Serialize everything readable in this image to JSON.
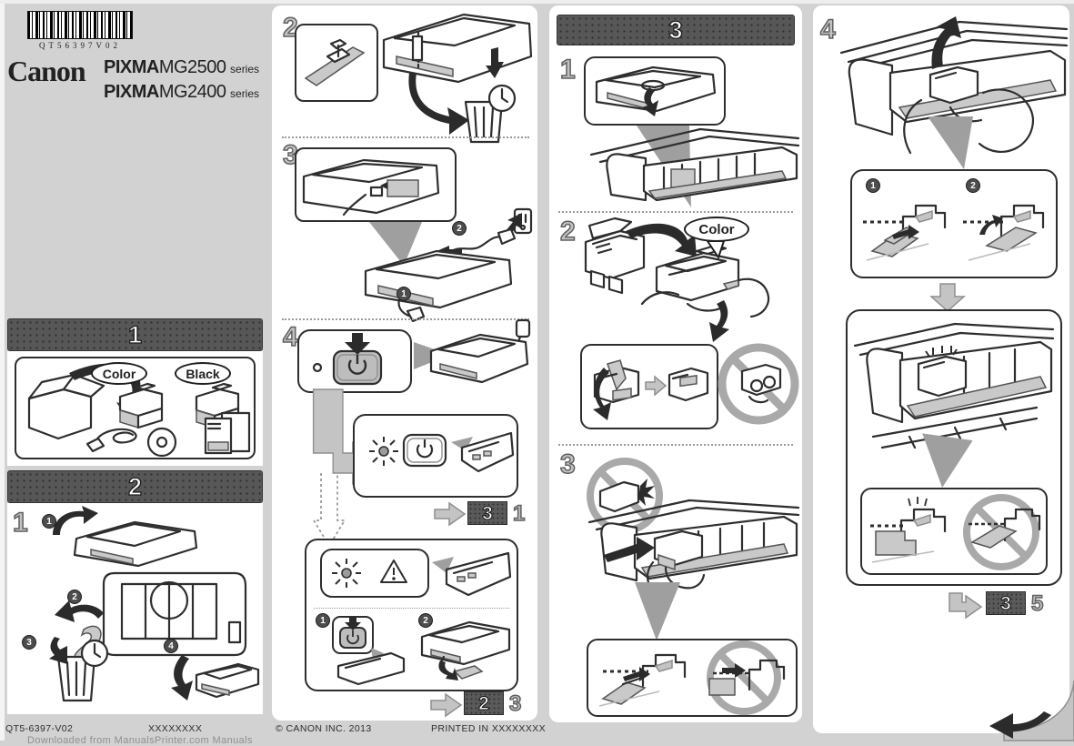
{
  "branding": {
    "barcode_label": "QT56397V02",
    "logo_text": "Canon",
    "model_line1": {
      "brand": "PIXMA",
      "model": "MG2500",
      "suffix": "series"
    },
    "model_line2": {
      "brand": "PIXMA",
      "model": "MG2400",
      "suffix": "series"
    }
  },
  "labels": {
    "color": "Color",
    "black": "Black",
    "color2": "Color"
  },
  "sections": {
    "one": {
      "header": "1"
    },
    "two": {
      "header": "2",
      "substep": "1",
      "marks": [
        "1",
        "2",
        "3",
        "4"
      ]
    },
    "col2": {
      "substeps": [
        "2",
        "3",
        "4"
      ],
      "marks_step3": [
        "1",
        "2"
      ],
      "marks_alarm": [
        "1",
        "2"
      ],
      "ref_power": {
        "section": "3",
        "step": "1"
      },
      "ref_alarm": {
        "section": "2",
        "step": "3"
      }
    },
    "three": {
      "header": "3",
      "substeps": [
        "1",
        "2",
        "3"
      ]
    },
    "col4": {
      "substep": "4",
      "marks": [
        "1",
        "2"
      ],
      "ref": {
        "section": "3",
        "step": "5"
      }
    }
  },
  "footer": {
    "part_number": "QT5-6397-V02",
    "placeholder": "XXXXXXXX",
    "copyright": "© CANON INC. 2013",
    "printed_in": "PRINTED IN XXXXXXXX",
    "watermark": "Downloaded from ManualsPrinter.com Manuals"
  },
  "colors": {
    "page_bg": "#d2d2d2",
    "panel_bg": "#ffffff",
    "header_bar": "#575757",
    "line_art": "#2e2e2e",
    "gray_arrow": "#c4c4c4"
  }
}
